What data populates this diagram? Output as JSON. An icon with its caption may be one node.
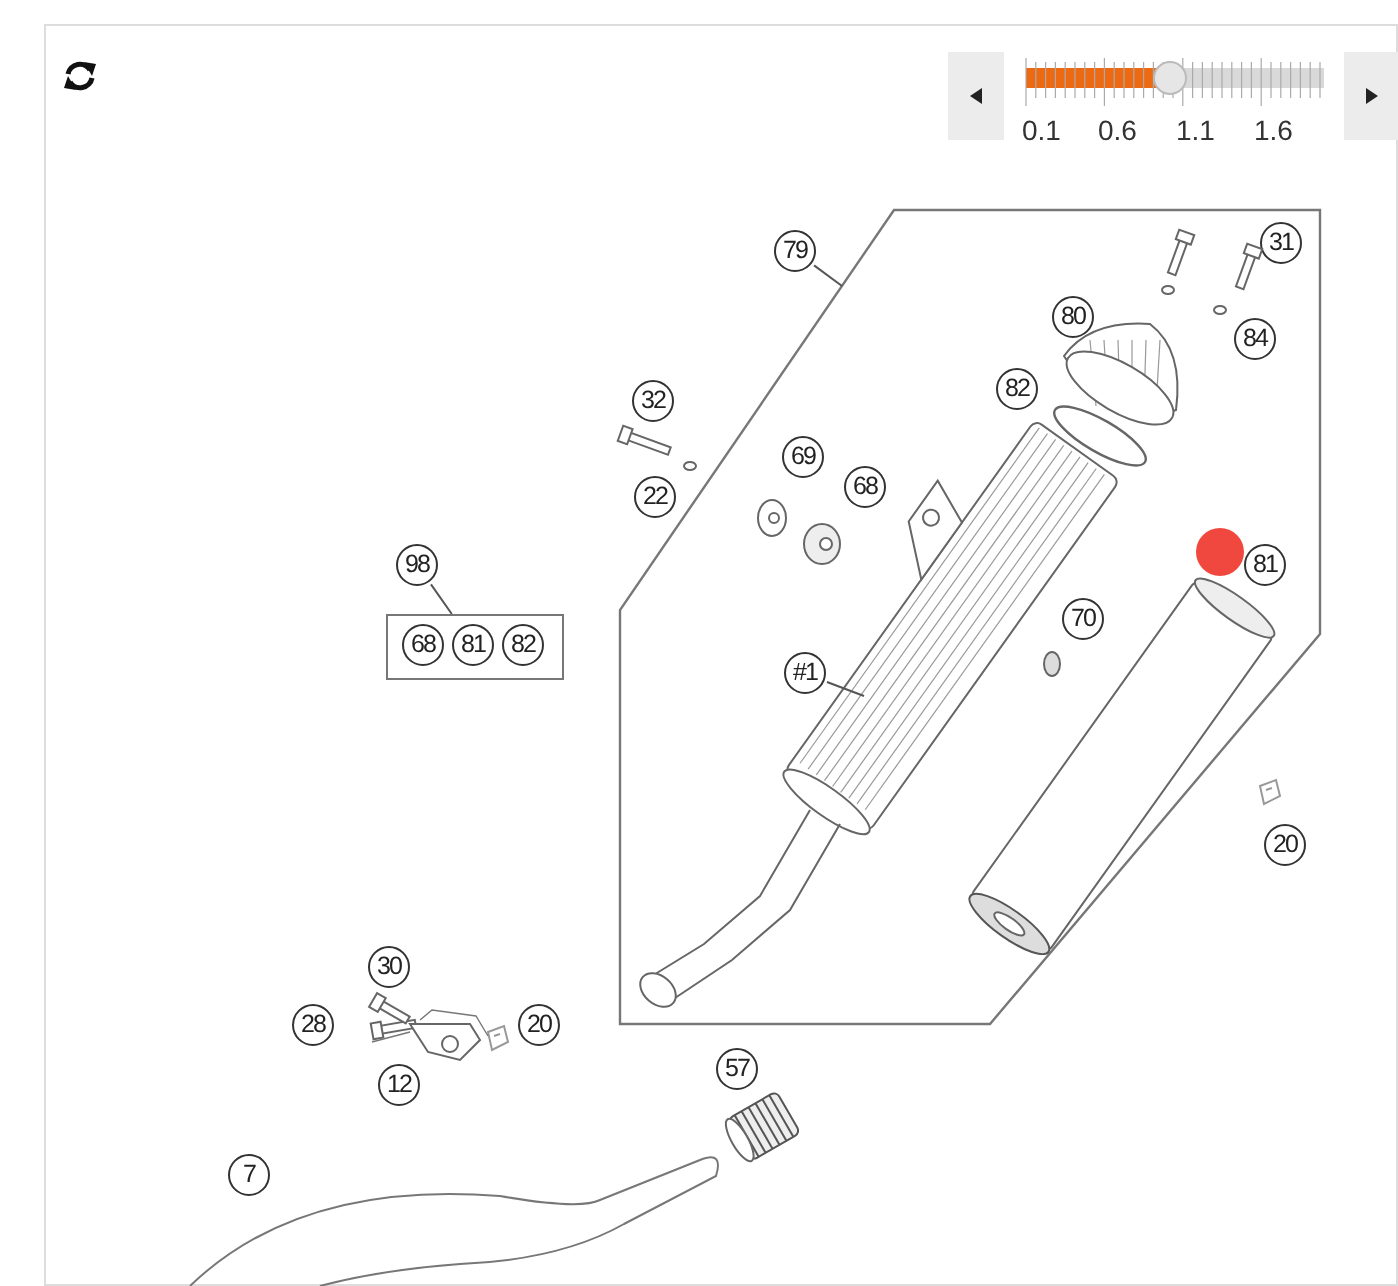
{
  "diagram": {
    "nodes": [
      {
        "text": [],
        "shape": "box"
      },
      {
        "text": [
          "79"
        ]
      },
      {
        "text": [
          "31"
        ],
        "in": 0
      },
      {
        "text": [
          "80"
        ],
        "in": 0
      },
      {
        "text": [
          "84"
        ],
        "in": 0
      },
      {
        "text": [
          "82"
        ],
        "in": 0
      },
      {
        "text": [
          "32"
        ]
      },
      {
        "text": [
          "69"
        ],
        "in": 0
      },
      {
        "text": [
          "68"
        ],
        "in": 0
      },
      {
        "text": [
          "22"
        ]
      },
      {
        "text": [
          "98"
        ]
      },
      {
        "text": [
          "81"
        ],
        "in": 0
      },
      {
        "text": [
          "68",
          "81",
          "82"
        ]
      },
      {
        "text": [
          "70"
        ],
        "in": 0
      },
      {
        "text": [
          "#1"
        ],
        "in": 0
      },
      {
        "text": [
          "20"
        ]
      },
      {
        "text": [
          "30"
        ]
      },
      {
        "text": [
          "28"
        ]
      },
      {
        "text": [
          "20"
        ]
      },
      {
        "text": [
          "12"
        ]
      },
      {
        "text": [
          "57"
        ]
      },
      {
        "text": [
          "7"
        ]
      }
    ],
    "edges": [
      {
        "from": 1,
        "to": 0,
        "arrow": "none"
      },
      {
        "from": 10,
        "to": 12,
        "arrow": "none"
      },
      {
        "from": 14,
        "to": null,
        "arrow": "none"
      }
    ],
    "labels": [
      "0.1",
      "0.6",
      "1.1",
      "1.6"
    ]
  }
}
